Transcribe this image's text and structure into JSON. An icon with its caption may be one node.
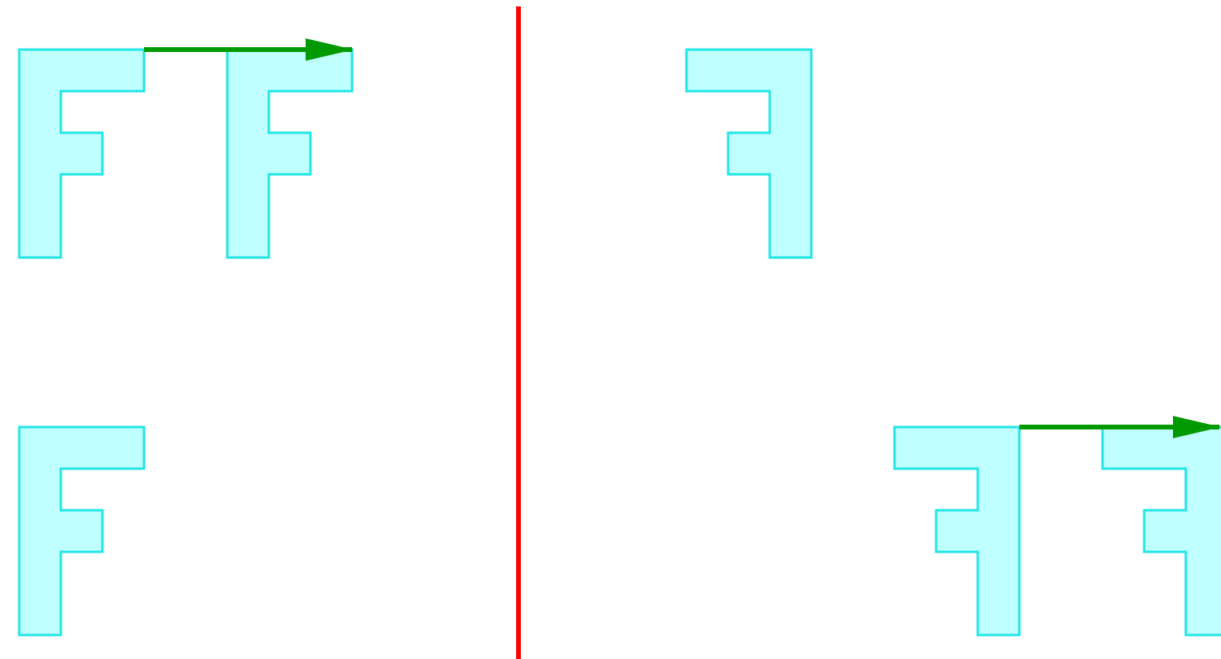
{
  "diagram": {
    "nodes": [
      {
        "text": [],
        "shape": "polygon"
      },
      {
        "text": [],
        "shape": "polygon"
      },
      {
        "text": [],
        "shape": "polygon"
      },
      {
        "text": [],
        "shape": "polygon"
      },
      {
        "text": [],
        "shape": "polygon"
      },
      {
        "text": [],
        "shape": "polygon"
      }
    ],
    "edges": [
      {
        "from": 0,
        "to": 1,
        "arrow": "to"
      },
      {
        "from": 4,
        "to": 5,
        "arrow": "to"
      }
    ]
  }
}
